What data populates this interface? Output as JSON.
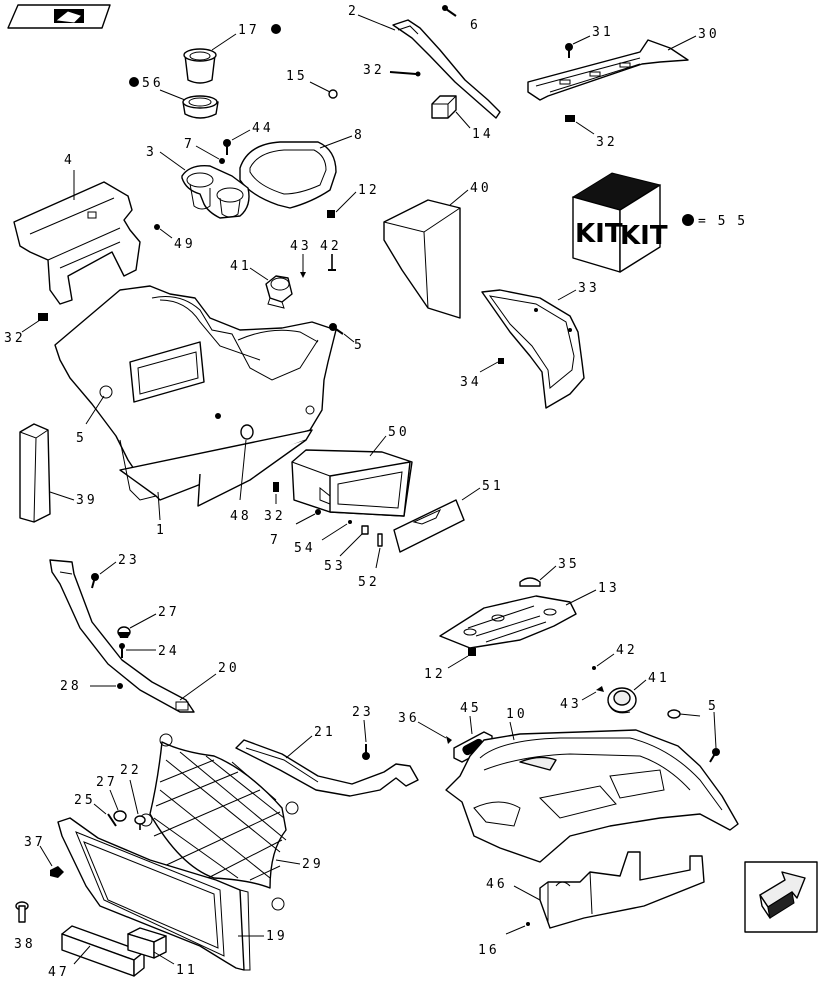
{
  "callouts": {
    "c1": "1",
    "c2": "2",
    "c3": "3",
    "c4": "4",
    "c5a": "5",
    "c5b": "5",
    "c5c": "5",
    "c6": "6",
    "c7a": "7",
    "c7b": "7",
    "c8": "8",
    "c10": "10",
    "c11": "11",
    "c12a": "12",
    "c12b": "12",
    "c13": "13",
    "c14": "14",
    "c15": "15",
    "c16": "16",
    "c17": "17",
    "c19": "19",
    "c20": "20",
    "c21": "21",
    "c22": "22",
    "c23a": "23",
    "c23b": "23",
    "c24": "24",
    "c25": "25",
    "c27a": "27",
    "c27b": "27",
    "c28": "28",
    "c29": "29",
    "c30": "30",
    "c31": "31",
    "c32a": "32",
    "c32b": "32",
    "c32c": "32",
    "c32d": "32",
    "c33": "33",
    "c34": "34",
    "c35": "35",
    "c36": "36",
    "c37": "37",
    "c38": "38",
    "c39": "39",
    "c40": "40",
    "c41a": "41",
    "c41b": "41",
    "c42a": "42",
    "c42b": "42",
    "c43a": "43",
    "c43b": "43",
    "c44": "44",
    "c45": "45",
    "c46": "46",
    "c47": "47",
    "c48": "48",
    "c49": "49",
    "c50": "50",
    "c51": "51",
    "c52": "52",
    "c53": "53",
    "c54": "54",
    "c56": "56"
  },
  "kit_legend": {
    "kit_face_left": "KIT",
    "kit_face_right": "KIT",
    "equals_value": "= 5 5"
  },
  "icons": {
    "top_left": "book-reference-icon",
    "bottom_right": "next-page-arrow-icon"
  },
  "colors": {
    "line": "#000000",
    "background": "#ffffff",
    "shade": "#eeeeee"
  }
}
